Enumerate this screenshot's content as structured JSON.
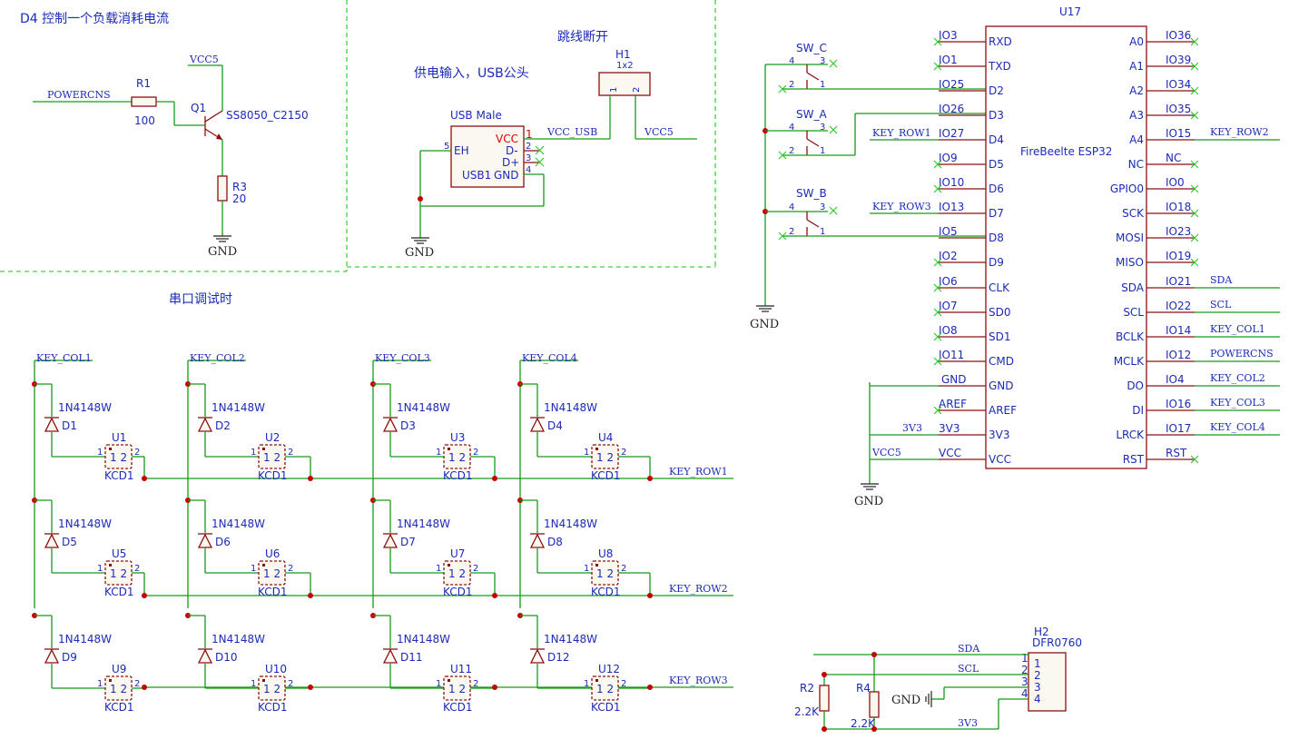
{
  "sections": {
    "load": "D4 控制一个负载消耗电流",
    "power": "供电输入，USB公头",
    "jumper": "跳线断开",
    "serial": "串口调试时"
  },
  "load": {
    "net_in": "POWERCNS",
    "vcc": "VCC5",
    "r1_ref": "R1",
    "r1_val": "100",
    "q1_ref": "Q1",
    "q1_val": "SS8050_C2150",
    "r3_ref": "R3",
    "r3_val": "20",
    "gnd": "GND"
  },
  "usb": {
    "title": "USB Male",
    "vcc": "VCC",
    "dm": "D-",
    "dp": "D+",
    "gnd": "GND",
    "eh": "EH",
    "ref": "USB1",
    "p1": "1",
    "p2": "2",
    "p3": "3",
    "p4": "4",
    "p5": "5",
    "net_vcc": "VCC_USB",
    "gnd_label": "GND"
  },
  "h1": {
    "ref": "H1",
    "val": "1x2",
    "p1": "1",
    "p2": "2",
    "net": "VCC5"
  },
  "switches": [
    {
      "ref": "SW_C",
      "p4": "4",
      "p3": "3",
      "p2": "2",
      "p1": "1"
    },
    {
      "ref": "SW_A",
      "p4": "4",
      "p3": "3",
      "p2": "2",
      "p1": "1"
    },
    {
      "ref": "SW_B",
      "p4": "4",
      "p3": "3",
      "p2": "2",
      "p1": "1"
    }
  ],
  "sw_gnd": "GND",
  "esp": {
    "ref": "U17",
    "name": "FireBeelte ESP32",
    "gnd": "GND",
    "left": [
      {
        "io": "IO3",
        "pin": "RXD",
        "net": ""
      },
      {
        "io": "IO1",
        "pin": "TXD",
        "net": ""
      },
      {
        "io": "IO25",
        "pin": "D2",
        "net": ""
      },
      {
        "io": "IO26",
        "pin": "D3",
        "net": ""
      },
      {
        "io": "IO27",
        "pin": "D4",
        "net": "KEY_ROW1"
      },
      {
        "io": "IO9",
        "pin": "D5",
        "net": ""
      },
      {
        "io": "IO10",
        "pin": "D6",
        "net": ""
      },
      {
        "io": "IO13",
        "pin": "D7",
        "net": "KEY_ROW3"
      },
      {
        "io": "IO5",
        "pin": "D8",
        "net": ""
      },
      {
        "io": "IO2",
        "pin": "D9",
        "net": ""
      },
      {
        "io": "IO6",
        "pin": "CLK",
        "net": ""
      },
      {
        "io": "IO7",
        "pin": "SD0",
        "net": ""
      },
      {
        "io": "IO8",
        "pin": "SD1",
        "net": ""
      },
      {
        "io": "IO11",
        "pin": "CMD",
        "net": ""
      },
      {
        "io": "GND",
        "pin": "GND",
        "net": ""
      },
      {
        "io": "AREF",
        "pin": "AREF",
        "net": ""
      },
      {
        "io": "3V3",
        "pin": "3V3",
        "net": "3V3"
      },
      {
        "io": "VCC",
        "pin": "VCC",
        "net": "VCC5"
      }
    ],
    "right": [
      {
        "io": "IO36",
        "pin": "A0",
        "net": ""
      },
      {
        "io": "IO39",
        "pin": "A1",
        "net": ""
      },
      {
        "io": "IO34",
        "pin": "A2",
        "net": ""
      },
      {
        "io": "IO35",
        "pin": "A3",
        "net": ""
      },
      {
        "io": "IO15",
        "pin": "A4",
        "net": "KEY_ROW2"
      },
      {
        "io": "NC",
        "pin": "NC",
        "net": ""
      },
      {
        "io": "IO0",
        "pin": "GPIO0",
        "net": ""
      },
      {
        "io": "IO18",
        "pin": "SCK",
        "net": ""
      },
      {
        "io": "IO23",
        "pin": "MOSI",
        "net": ""
      },
      {
        "io": "IO19",
        "pin": "MISO",
        "net": ""
      },
      {
        "io": "IO21",
        "pin": "SDA",
        "net": "SDA"
      },
      {
        "io": "IO22",
        "pin": "SCL",
        "net": "SCL"
      },
      {
        "io": "IO14",
        "pin": "BCLK",
        "net": "KEY_COL1"
      },
      {
        "io": "IO12",
        "pin": "MCLK",
        "net": "POWERCNS"
      },
      {
        "io": "IO4",
        "pin": "DO",
        "net": "KEY_COL2"
      },
      {
        "io": "IO16",
        "pin": "DI",
        "net": "KEY_COL3"
      },
      {
        "io": "IO17",
        "pin": "LRCK",
        "net": "KEY_COL4"
      },
      {
        "io": "RST",
        "pin": "RST",
        "net": ""
      }
    ]
  },
  "matrix": {
    "cols": [
      "KEY_COL1",
      "KEY_COL2",
      "KEY_COL3",
      "KEY_COL4"
    ],
    "rows": [
      "KEY_ROW1",
      "KEY_ROW2",
      "KEY_ROW3"
    ],
    "diode_val": "1N4148W",
    "diodes": [
      "D1",
      "D2",
      "D3",
      "D4",
      "D5",
      "D6",
      "D7",
      "D8",
      "D9",
      "D10",
      "D11",
      "D12"
    ],
    "switches": [
      "U1",
      "U2",
      "U3",
      "U4",
      "U5",
      "U6",
      "U7",
      "U8",
      "U9",
      "U10",
      "U11",
      "U12"
    ],
    "sw_val": "KCD1",
    "pin_label": "1 2",
    "p1": "1",
    "p2": "2"
  },
  "h2": {
    "ref": "H2",
    "val": "DFR0760",
    "pins": [
      "1",
      "2",
      "3",
      "4"
    ],
    "nets": [
      "SDA",
      "SCL",
      "3V3"
    ],
    "gnd": "GND",
    "r2_ref": "R2",
    "r2_val": "2.2K",
    "r4_ref": "R4",
    "r4_val": "2.2K"
  }
}
